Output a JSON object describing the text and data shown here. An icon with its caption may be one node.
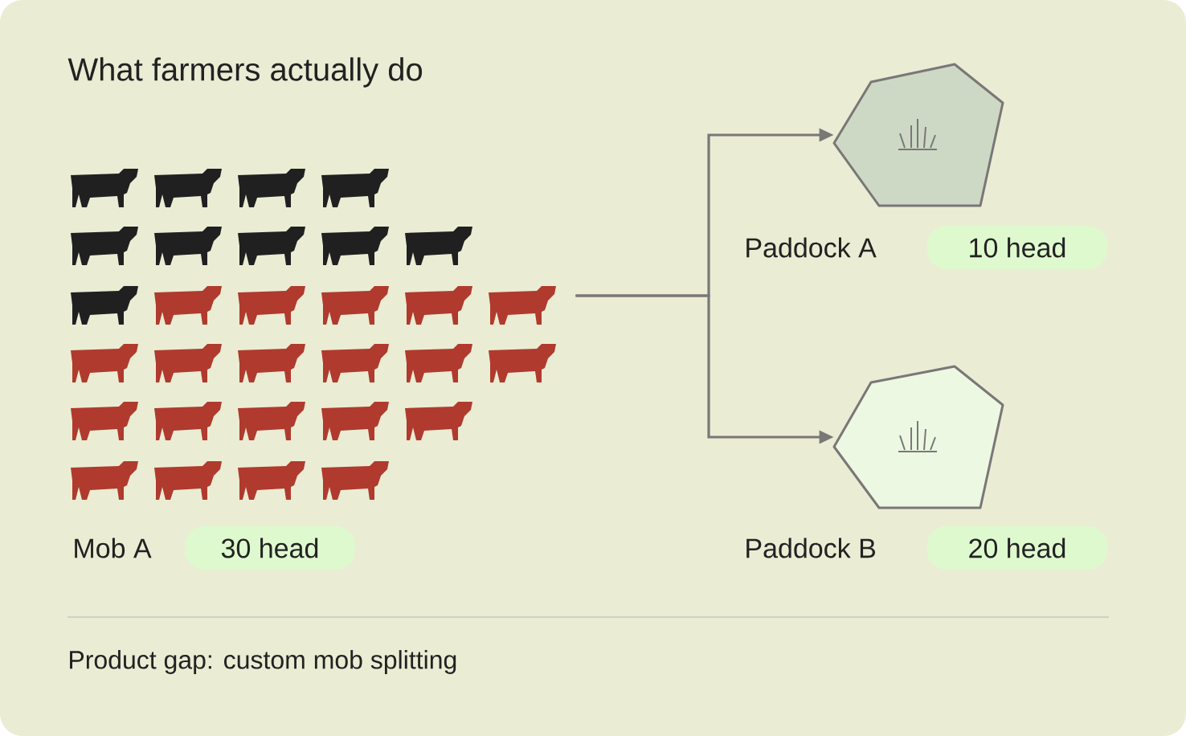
{
  "diagram": {
    "title": "What farmers actually do",
    "caption": "Product gap: custom mob splitting",
    "nodes": [
      {
        "text": [
          "Mob A",
          "30 head"
        ]
      },
      {
        "text": [
          "Paddock A",
          "10 head"
        ]
      },
      {
        "text": [
          "Paddock B",
          "20 head"
        ]
      }
    ],
    "edges": [
      {
        "from": 0,
        "to": 1,
        "arrow": "to"
      },
      {
        "from": 0,
        "to": 2,
        "arrow": "to"
      }
    ]
  }
}
